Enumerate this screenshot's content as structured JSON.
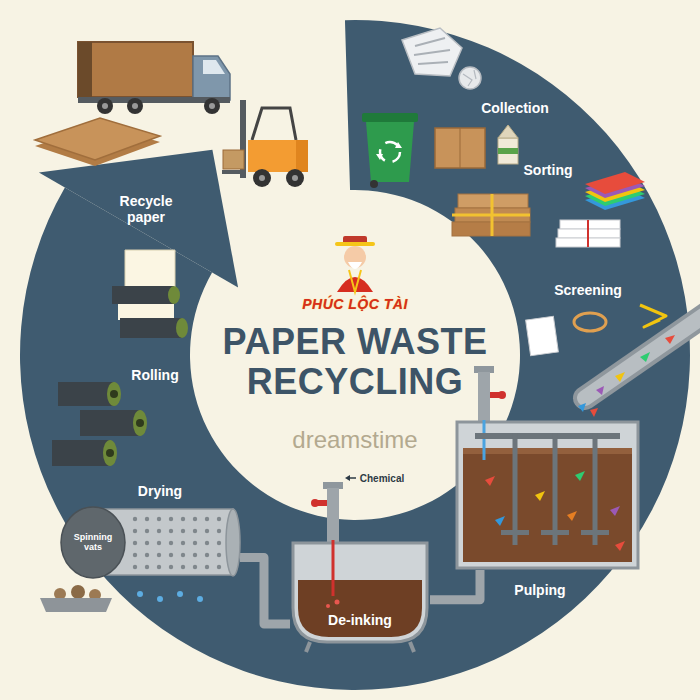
{
  "diagram": {
    "title": "PAPER WASTE RECYCLING",
    "nodes": [
      {
        "text": [
          "Pulping"
        ]
      },
      {
        "text": [
          "De-inking"
        ]
      },
      {
        "text": [
          "Drying",
          "Spinning vats"
        ]
      }
    ],
    "edges": [
      {
        "from": 0,
        "to": 1,
        "arrow": "none"
      },
      {
        "from": 1,
        "to": 2,
        "arrow": "none"
      }
    ],
    "labels": [
      "Collection",
      "Sorting",
      "Screening",
      "Rolling",
      "Recycle paper",
      "Chemical",
      "PHÚC LỘC TÀI",
      "dreamstime"
    ]
  }
}
